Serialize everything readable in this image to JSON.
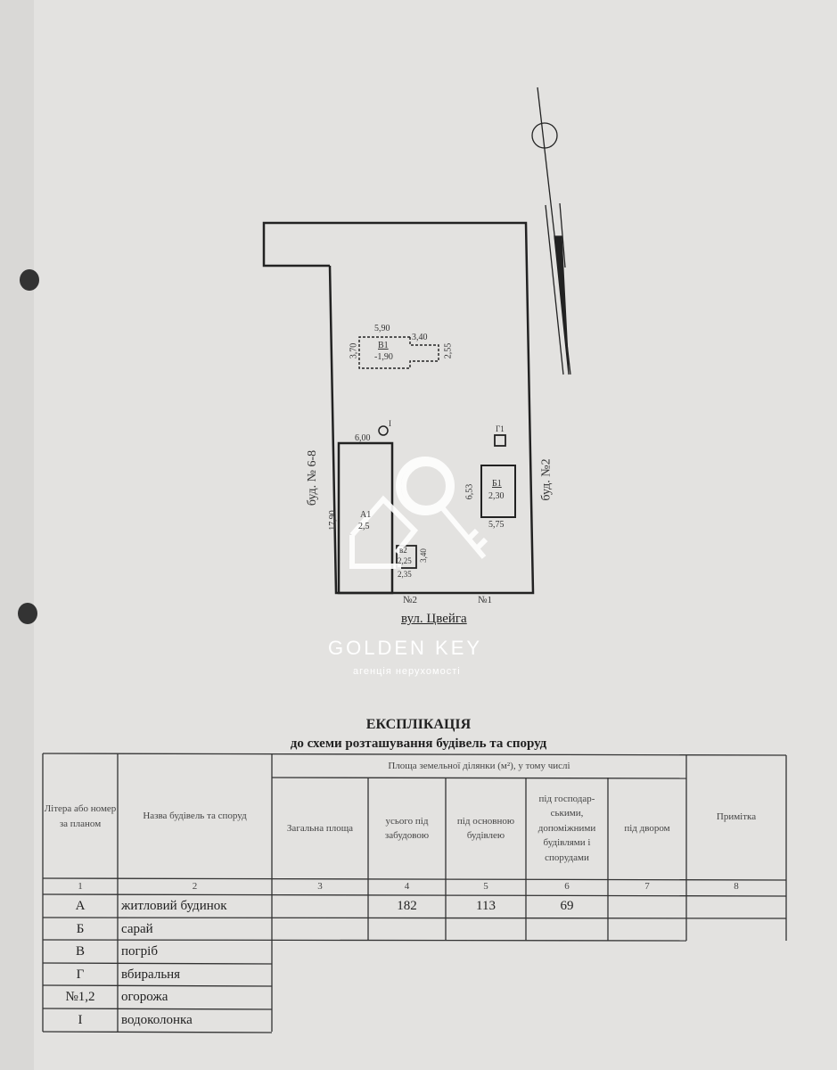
{
  "plan": {
    "v1_label": "В1",
    "v1_value": "-1,90",
    "v1_dims": [
      "5,90",
      "3,40",
      "3,70",
      "2,55"
    ],
    "house_dims": [
      "6,00",
      "17,90"
    ],
    "house_label": "А1",
    "house_value": "2,5",
    "b1_label": "Б1",
    "b1_value": "2,30",
    "b1_dims": [
      "6,53",
      "5,75"
    ],
    "g1_label": "Г1",
    "well_label": "І",
    "small_label": "в2",
    "small_value": "2,25",
    "small_dims": [
      "3,40",
      "2,35"
    ],
    "left_neighbor": "буд. № 6-8",
    "right_neighbor": "буд. №2",
    "fence_labels": [
      "№2",
      "№1"
    ],
    "street": "вул. Цвейга"
  },
  "watermark": {
    "brand": "GOLDEN KEY",
    "tagline": "агенція нерухомості"
  },
  "explication": {
    "title": "ЕКСПЛІКАЦІЯ",
    "subtitle": "до схеми розташування будівель та споруд",
    "headers": {
      "col1": "Літера або номер за планом",
      "col2": "Назва будівель та споруд",
      "group": "Площа земельної ділянки (м²), у тому числі",
      "col3": "Загальна площа",
      "col4": "усього під забудовою",
      "col5": "під основною будівлею",
      "col6": "під господар-ськими, допоміжними будівлями і спорудами",
      "col7": "під двором",
      "col8": "Примітка"
    },
    "col_numbers": [
      "1",
      "2",
      "3",
      "4",
      "5",
      "6",
      "7",
      "8"
    ],
    "rows": [
      {
        "letter": "А",
        "name": "житловий будинок",
        "c4": "182",
        "c5": "113",
        "c6": "69"
      },
      {
        "letter": "Б",
        "name": "сарай"
      },
      {
        "letter": "В",
        "name": "погріб"
      },
      {
        "letter": "Г",
        "name": "вбиральня"
      },
      {
        "letter": "№1,2",
        "name": "огорожа"
      },
      {
        "letter": "І",
        "name": "водоколонка"
      }
    ]
  }
}
